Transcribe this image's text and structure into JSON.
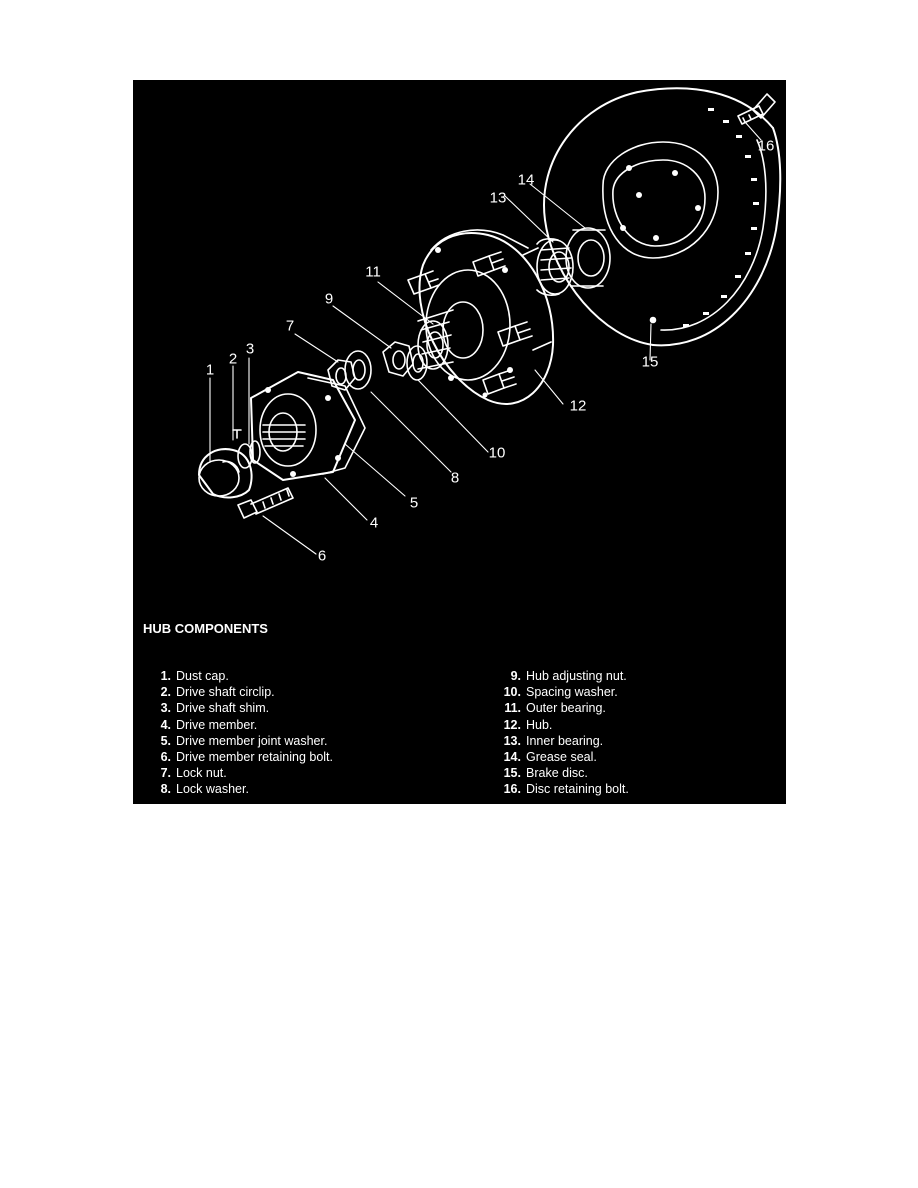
{
  "figure": {
    "title": "HUB COMPONENTS",
    "callouts": [
      "1",
      "2",
      "3",
      "4",
      "5",
      "6",
      "7",
      "8",
      "9",
      "10",
      "11",
      "12",
      "13",
      "14",
      "15",
      "16"
    ]
  },
  "legend": {
    "left": [
      {
        "num": "1.",
        "label": "Dust cap."
      },
      {
        "num": "2.",
        "label": "Drive shaft circlip."
      },
      {
        "num": "3.",
        "label": "Drive shaft shim."
      },
      {
        "num": "4.",
        "label": "Drive member."
      },
      {
        "num": "5.",
        "label": "Drive member joint washer."
      },
      {
        "num": "6.",
        "label": "Drive member retaining bolt."
      },
      {
        "num": "7.",
        "label": "Lock nut."
      },
      {
        "num": "8.",
        "label": "Lock washer."
      }
    ],
    "right": [
      {
        "num": "9.",
        "label": "Hub adjusting nut."
      },
      {
        "num": "10.",
        "label": "Spacing washer."
      },
      {
        "num": "11.",
        "label": "Outer bearing."
      },
      {
        "num": "12.",
        "label": "Hub."
      },
      {
        "num": "13.",
        "label": "Inner bearing."
      },
      {
        "num": "14.",
        "label": "Grease seal."
      },
      {
        "num": "15.",
        "label": "Brake disc."
      },
      {
        "num": "16.",
        "label": "Disc retaining bolt."
      }
    ]
  },
  "colors": {
    "background": "#000000",
    "linework": "#ffffff"
  }
}
